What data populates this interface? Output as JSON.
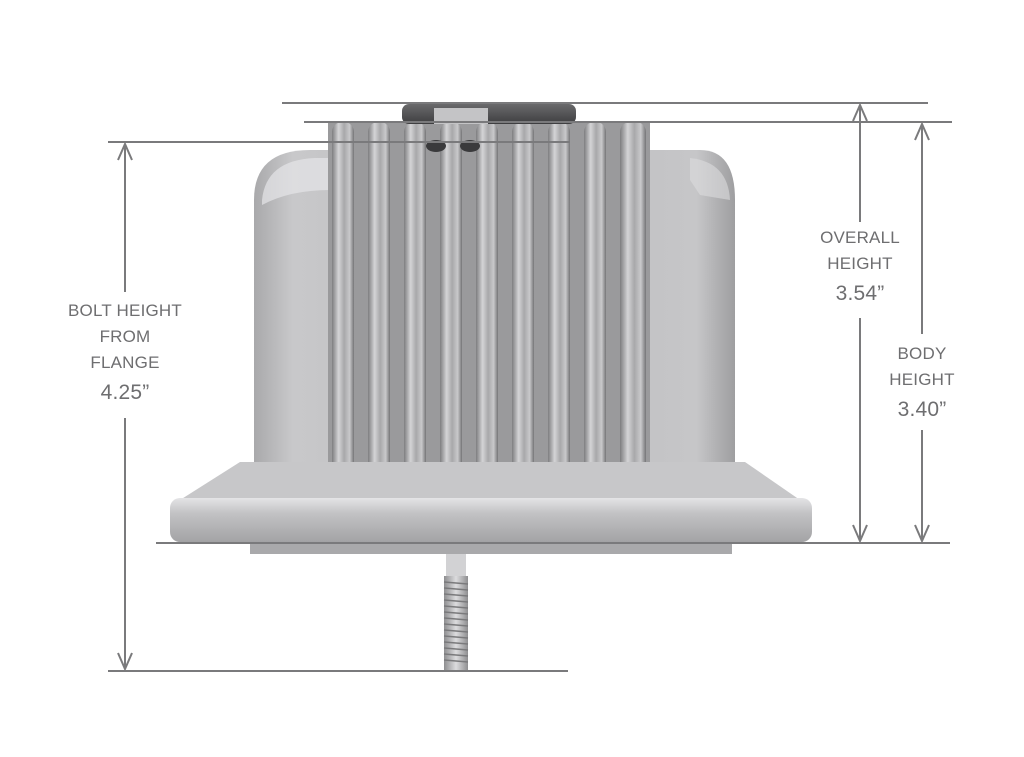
{
  "figure": {
    "subject": "Finned aluminum valve cover / breather with center bolt",
    "colors": {
      "dimension_line": "#7a7a7c",
      "label_text": "#6e6e70",
      "background": "#ffffff"
    }
  },
  "dimensions": {
    "bolt_height": {
      "line1": "BOLT HEIGHT",
      "line2": "FROM",
      "line3": "FLANGE",
      "value": "4.25”"
    },
    "overall_height": {
      "line1": "OVERALL",
      "line2": "HEIGHT",
      "value": "3.54”"
    },
    "body_height": {
      "line1": "BODY",
      "line2": "HEIGHT",
      "value": "3.40”"
    }
  }
}
